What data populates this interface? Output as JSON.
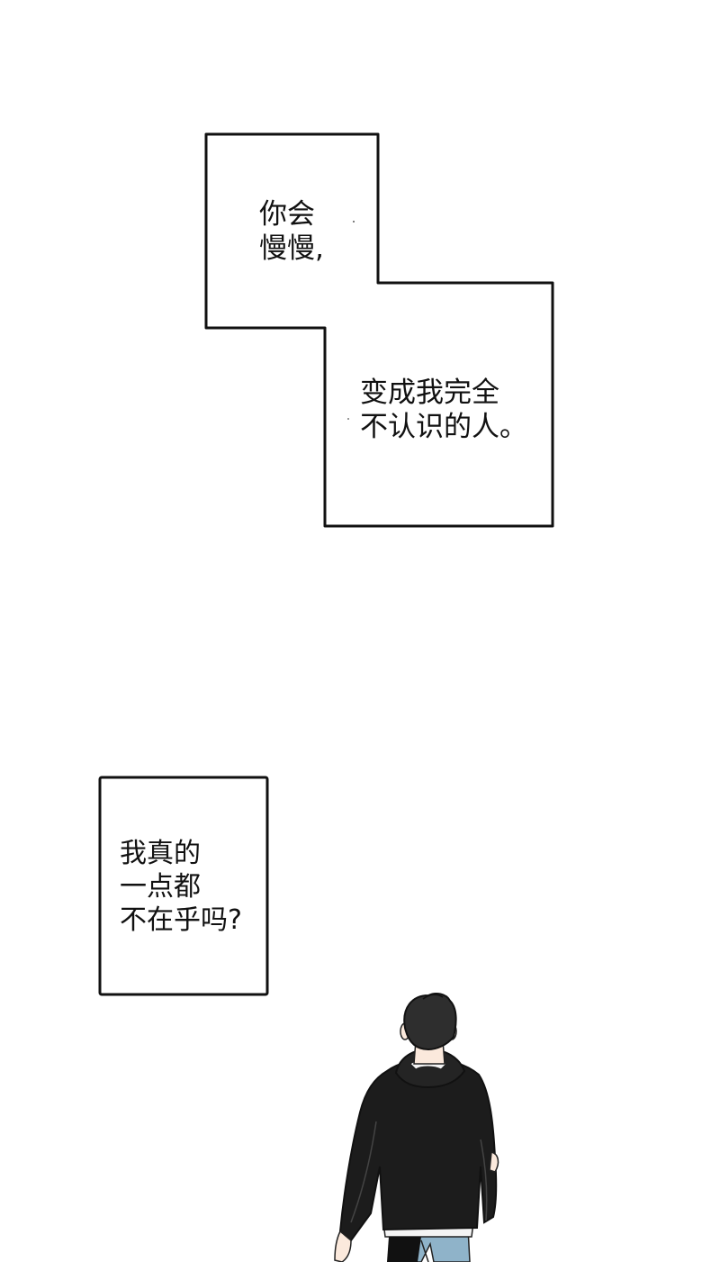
{
  "captions": {
    "first": {
      "line1": "你会",
      "line2": "慢慢,"
    },
    "second": {
      "line1": "变成我完全",
      "line2": "不认识的人。"
    },
    "third": {
      "line1": "我真的",
      "line2": "一点都",
      "line3": "不在乎吗?"
    }
  },
  "colors": {
    "background": "#ffffff",
    "ink": "#111111",
    "hoodie": "#1c1c1c",
    "hair": "#2e2e2e",
    "jeans": "#8fb3c9"
  }
}
